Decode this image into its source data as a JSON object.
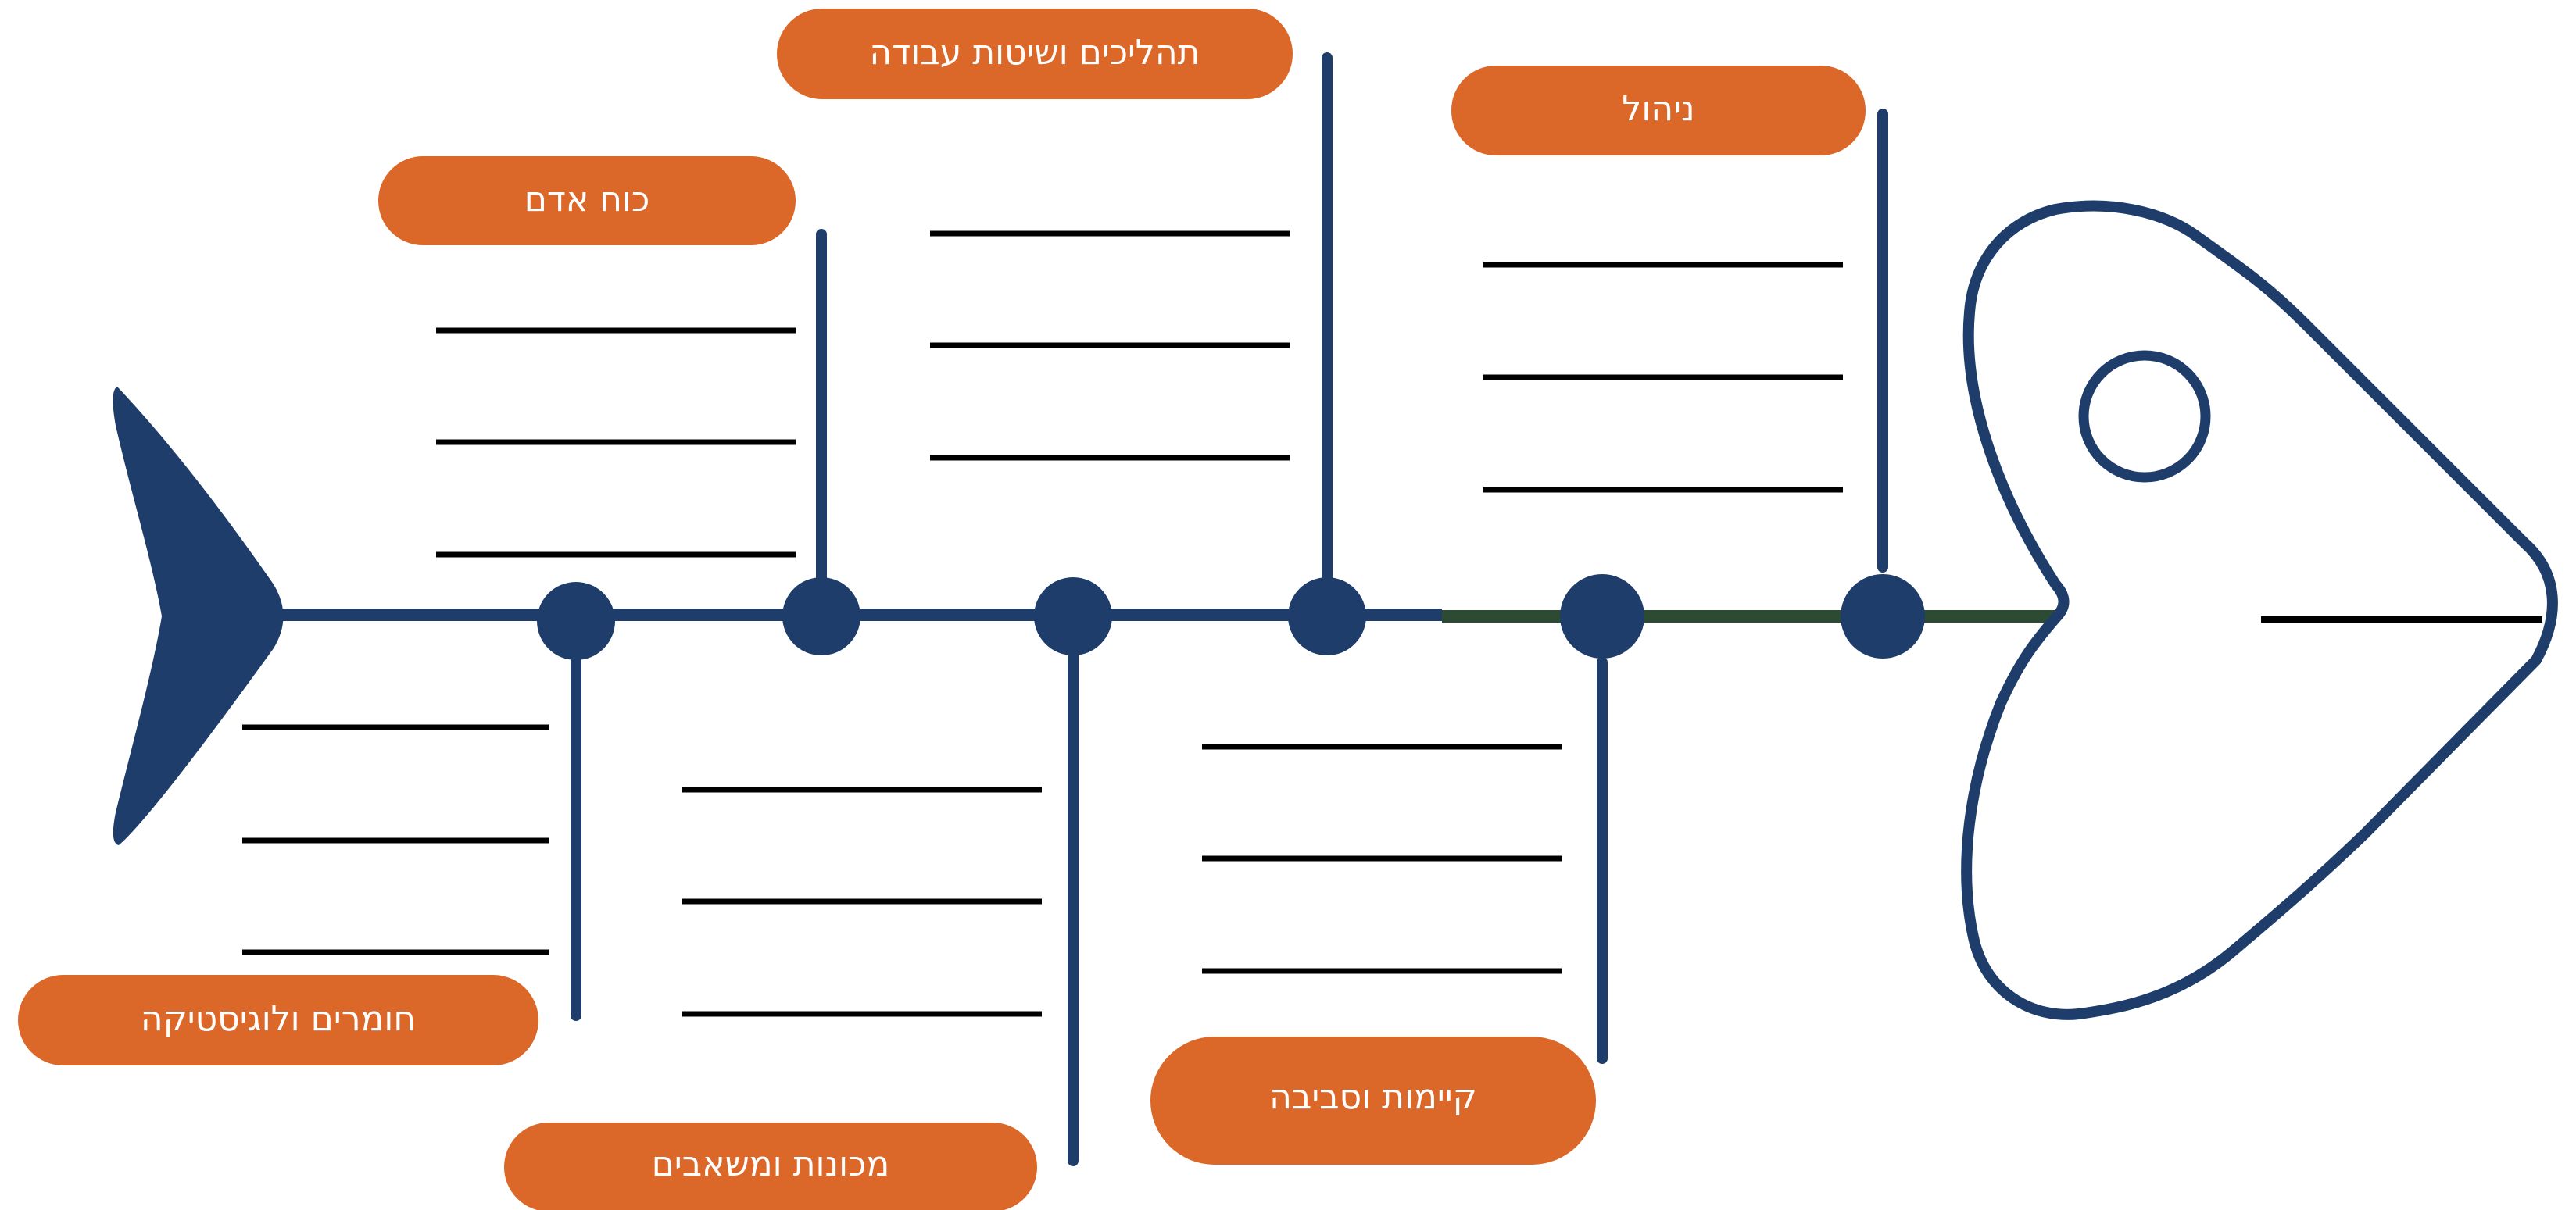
{
  "diagram": {
    "type": "fishbone",
    "colors": {
      "bone": "#1e3d6b",
      "label_fill": "#db6828",
      "label_text": "#ffffff",
      "entry_line": "#000000",
      "spine_head_segment": "#2d4a32"
    },
    "categories": [
      {
        "label": "כוח אדם"
      },
      {
        "label": "תהליכים ושיטות עבודה"
      },
      {
        "label": "ניהול"
      },
      {
        "label": "חומרים ולוגיסטיקה"
      },
      {
        "label": "מכונות ומשאבים"
      },
      {
        "label": "קיימות וסביבה"
      }
    ]
  }
}
